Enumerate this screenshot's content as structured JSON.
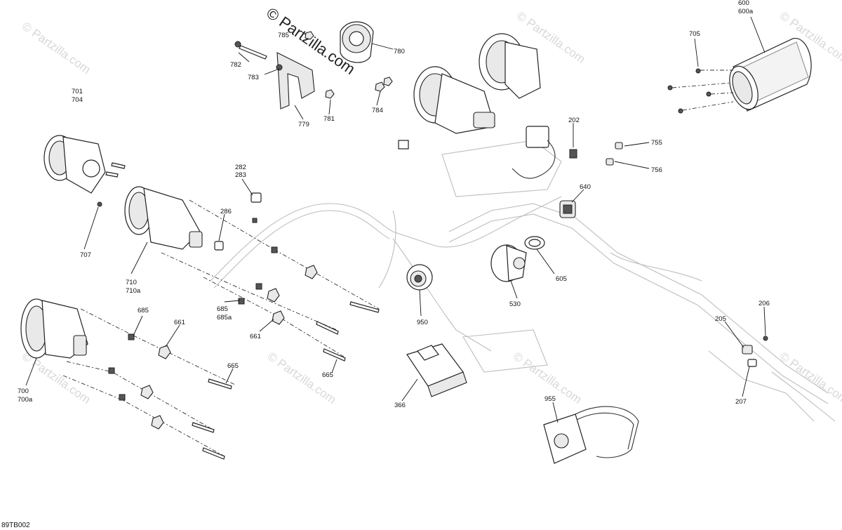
{
  "watermark": "© Partzilla.com",
  "diagram_ref": "89TB002",
  "labels": {
    "l600": "600",
    "l600a": "600a",
    "l705": "705",
    "l785": "785",
    "l780": "780",
    "l782": "782",
    "l783": "783",
    "l781": "781",
    "l784": "784",
    "l779": "779",
    "l701": "701",
    "l704": "704",
    "l202": "202",
    "l755": "755",
    "l756": "756",
    "l282": "282",
    "l283": "283",
    "l286": "286",
    "l640": "640",
    "l707": "707",
    "l605": "605",
    "l710": "710",
    "l710a": "710a",
    "l530": "530",
    "l685a_top": "685",
    "l685b": "685",
    "l685b2": "685a",
    "l950": "950",
    "l661a": "661",
    "l661b": "661",
    "l206": "206",
    "l205": "205",
    "l665a": "665",
    "l665b": "665",
    "l207": "207",
    "l700": "700",
    "l700a": "700a",
    "l366": "366",
    "l955": "955"
  }
}
